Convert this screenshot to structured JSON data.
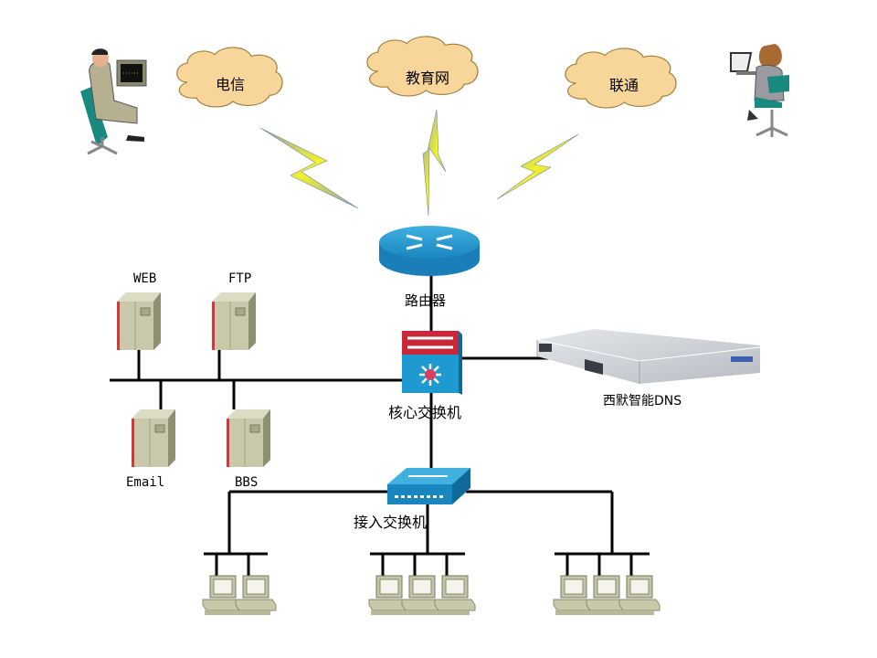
{
  "clouds": [
    {
      "label": "电信"
    },
    {
      "label": "教育网"
    },
    {
      "label": "联通"
    }
  ],
  "devices": {
    "router": "路由器",
    "core_switch": "核心交换机",
    "access_switch": "接入交换机",
    "dns": "西默智能DNS"
  },
  "servers": [
    {
      "label": "WEB"
    },
    {
      "label": "FTP"
    },
    {
      "label": "Email"
    },
    {
      "label": "BBS"
    }
  ],
  "client_groups": [
    {
      "count": 2
    },
    {
      "count": 3
    },
    {
      "count": 3
    }
  ],
  "users": [
    "remote-user-male",
    "remote-user-female"
  ]
}
